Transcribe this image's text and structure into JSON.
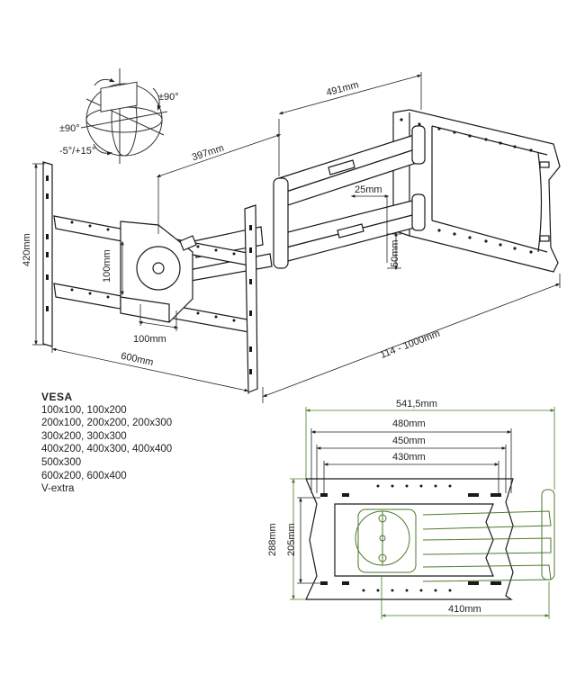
{
  "top_view": {
    "rotation": {
      "tilt": "±90°",
      "swivel": "±90°",
      "pitch": "-5°/+15°"
    },
    "dims": {
      "arm_length": "397mm",
      "bracket_width": "491mm",
      "gap": "25mm",
      "arm_height": "50mm",
      "height": "420mm",
      "width": "600mm",
      "vesa_h": "100mm",
      "vesa_v": "100mm",
      "extension": "114 - 1000mm"
    }
  },
  "vesa": {
    "title": "VESA",
    "lines": [
      "100x100,  100x200",
      "200x100,  200x200,  200x300",
      "300x200,  300x300",
      "400x200,  400x300,  400x400",
      "500x300",
      "600x200,  600x400",
      "V-extra"
    ]
  },
  "front_view": {
    "dims": {
      "w1": "541,5mm",
      "w2": "480mm",
      "w3": "450mm",
      "w4": "430mm",
      "h1": "288mm",
      "h2": "205mm",
      "bottom": "410mm"
    }
  },
  "colors": {
    "green": "#4a7a2a",
    "line": "#1a1a1a"
  }
}
